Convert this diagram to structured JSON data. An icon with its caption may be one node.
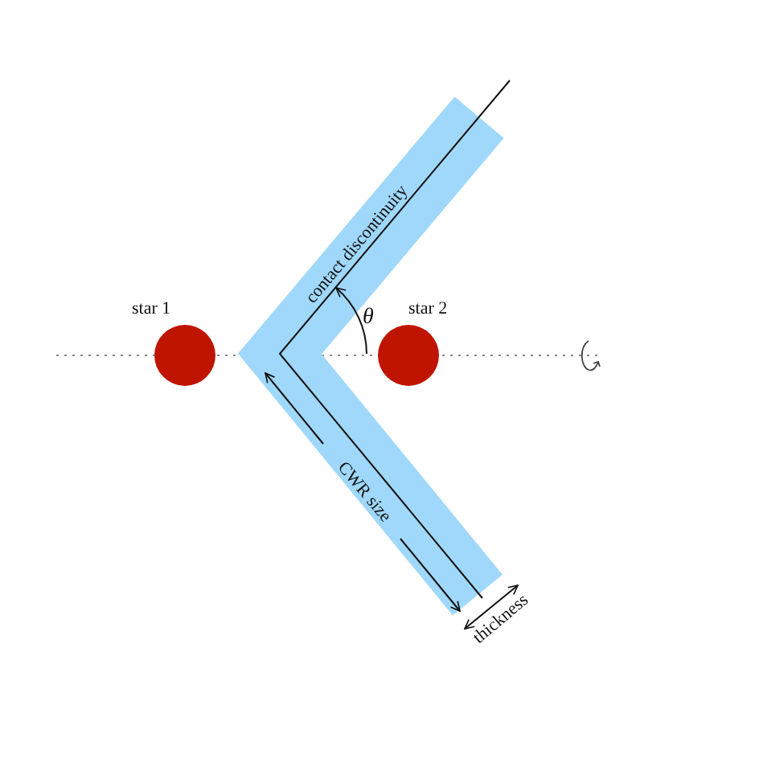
{
  "diagram": {
    "nodes": [
      {
        "text": [
          "star 1"
        ]
      },
      {
        "text": [
          "star 2"
        ]
      }
    ],
    "labels": [
      "contact discontinuity",
      "θ",
      "CWR size",
      "thickness"
    ]
  }
}
